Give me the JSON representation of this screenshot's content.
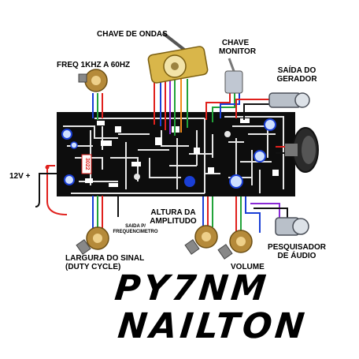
{
  "labels": {
    "wave_switch": "CHAVE DE ONDAS",
    "freq": "FREQ 1KHZ A  60HZ",
    "monitor_1": "CHAVE",
    "monitor_2": "MONITOR",
    "gen_out_1": "SAÍDA DO",
    "gen_out_2": "GERADOR",
    "supply": "12V +",
    "freq_out_1": "SAIDA P/",
    "freq_out_2": "FREQUENCIMETRO",
    "amplitude_1": "ALTURA DA",
    "amplitude_2": "AMPLITUDO",
    "duty_1": "LARGURA DO SINAL",
    "duty_2": "(DUTY CYCLE)",
    "volume": "VOLUME",
    "probe_1": "PESQUISADOR",
    "probe_2": "DE ÁUDIO",
    "pcb_mark": "3022"
  },
  "signature": {
    "line1": "PY7NM",
    "line2": "NAILTON"
  },
  "colors": {
    "board": "#0d0d0d",
    "trace": "#e6e6e6",
    "wire_red": "#e0201c",
    "wire_blue": "#1a3fd6",
    "wire_green": "#22a33a",
    "wire_orange": "#f08a1a",
    "wire_purple": "#8a2ad6",
    "wire_yellow": "#d8c81a",
    "wire_black": "#111111"
  }
}
